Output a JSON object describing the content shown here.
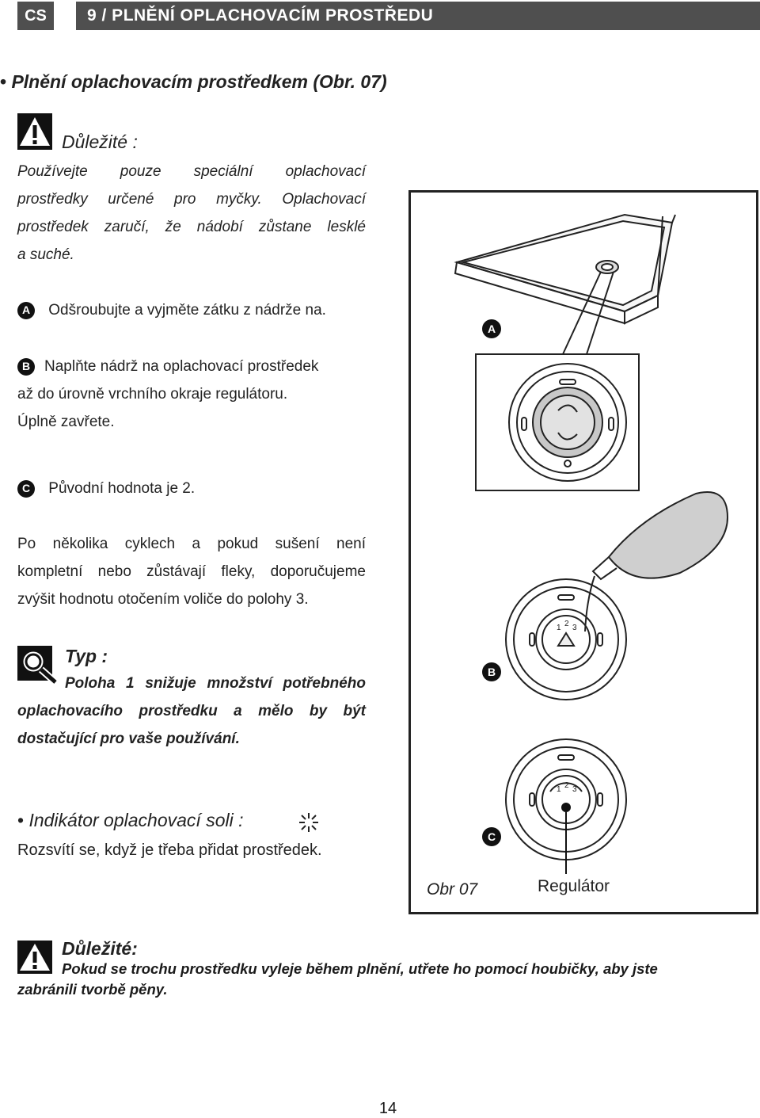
{
  "header": {
    "lang": "CS",
    "title": "9 / PLNĚNÍ OPLACHOVACÍM PROSTŘEDU"
  },
  "section1": {
    "bullet_title": "Plnění oplachovacím prostředkem (Obr. 07)",
    "important_title": "Důležité :",
    "important_lines": [
      "Používejte pouze speciální oplachovací",
      "prostředky určené pro myčky. Oplachovací",
      "prostředek zaručí, že nádobí zůstane lesklé",
      "a suché."
    ],
    "step_a_label": "A",
    "step_a": "Odšroubujte a vyjměte zátku z nádrže na.",
    "step_b_label": "B",
    "step_b_lines": [
      "Naplňte nádrž na oplachovací prostředek",
      "až do úrovně vrchního okraje regulátoru.",
      "Úplně zavřete."
    ],
    "step_c_label": "C",
    "step_c": "Původní hodnota je 2.",
    "para_lines": [
      "Po několika cyklech a pokud sušení není",
      "kompletní nebo zůstávají fleky, doporučujeme",
      "zvýšit hodnotu otočením voliče do polohy 3."
    ],
    "tip_title": "Typ :",
    "tip_lines": [
      "Poloha 1 snižuje množství potřebného",
      "oplachovacího prostředku a mělo by být",
      "dostačující pro vaše používání."
    ]
  },
  "section2": {
    "bullet_title": "Indikátor oplachovací soli :",
    "line": "Rozsvítí se, když je třeba přidat prostředek."
  },
  "figure": {
    "label_a": "A",
    "label_b": "B",
    "label_c": "C",
    "dial_numbers": [
      "1",
      "2",
      "3"
    ],
    "caption_left": "Obr 07",
    "caption_right": "Regulátor"
  },
  "important2": {
    "title": "Důležité:",
    "line1": "Pokud se trochu prostředku vyleje během plnění, utřete ho pomocí houbičky, aby jste",
    "line2": "zabránili tvorbě pěny."
  },
  "page_number": "14"
}
